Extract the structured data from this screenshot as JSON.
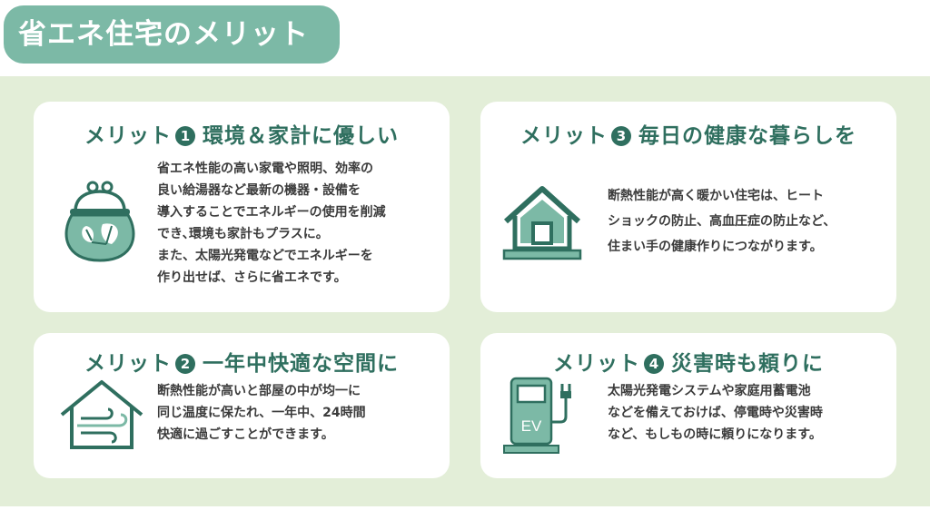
{
  "heading": "省エネ住宅のメリット",
  "cards": [
    {
      "prefix": "メリット",
      "number": "1",
      "title": "環境＆家計に優しい",
      "icon": "purse-leaf-icon",
      "lines": [
        "省エネ性能の高い家電や照明、効率の",
        "良い給湯器など最新の機器・設備を",
        "導入することでエネルギーの使用を削減",
        "でき､環境も家計もプラスに。",
        "また、太陽光発電などでエネルギーを",
        "作り出せば、さらに省エネです。"
      ]
    },
    {
      "prefix": "メリット",
      "number": "3",
      "title": "毎日の健康な暮らしを",
      "icon": "house-icon",
      "lines": [
        "断熱性能が高く暖かい住宅は、ヒート",
        "ショックの防止、高血圧症の防止など、",
        "住まい手の健康作りにつながります。"
      ]
    },
    {
      "prefix": "メリット",
      "number": "2",
      "title": "一年中快適な空間に",
      "icon": "house-wind-icon",
      "lines": [
        "断熱性能が高いと部屋の中が均一に",
        "同じ温度に保たれ、一年中、24時間",
        "快適に過ごすことができます。"
      ]
    },
    {
      "prefix": "メリット",
      "number": "4",
      "title": "災害時も頼りに",
      "icon": "ev-charger-icon",
      "ev_label": "EV",
      "lines": [
        "太陽光発電システムや家庭用蓄電池",
        "などを備えておけば、停電時や災害時",
        "など、もしもの時に頼りになります。"
      ]
    }
  ],
  "colors": {
    "tab": "#7cb9a6",
    "panel": "#e3eed8",
    "accent": "#2f6f5f",
    "icon_fill": "#7cb9a6"
  }
}
